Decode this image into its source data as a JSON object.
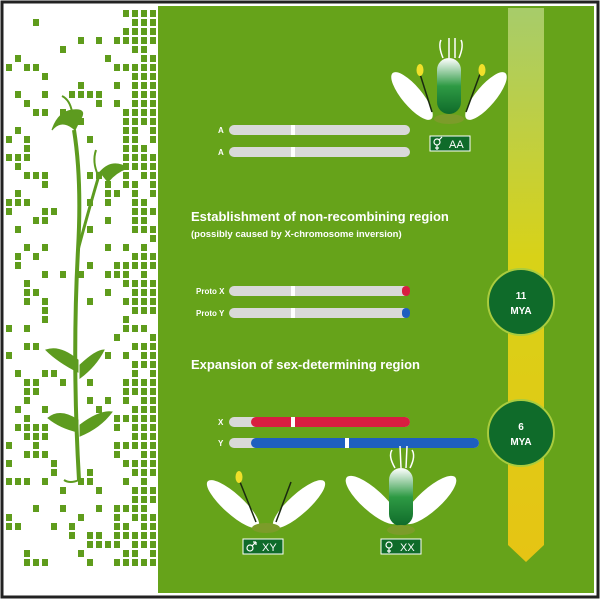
{
  "colors": {
    "panel_green": "#66a31a",
    "dark_green": "#0f6b2a",
    "chromosome_grey": "#d9d9d9",
    "x_red": "#d81e41",
    "y_blue": "#1e5fbf",
    "timeline_yellow": "#e2cf13",
    "plant_green": "#5d9b1f"
  },
  "icons": [
    "hermaphrodite-symbol-icon",
    "male-symbol-icon",
    "female-symbol-icon",
    "hermaphrodite-flower-icon",
    "male-flower-icon",
    "female-flower-icon",
    "silene-plant-icon"
  ],
  "stage1": {
    "chrom_a1_label": "A",
    "chrom_a2_label": "A",
    "badge_label": "AA"
  },
  "headings": {
    "establishment_title": "Establishment of non-recombining region",
    "establishment_subtitle": "(possibly caused by X-chromosome inversion)",
    "expansion_title": "Expansion of sex-determining region"
  },
  "stage2": {
    "proto_x_label": "Proto X",
    "proto_y_label": "Proto Y"
  },
  "stage3": {
    "x_label": "X",
    "y_label": "Y",
    "male_badge_label": "XY",
    "female_badge_label": "XX"
  },
  "timeline": {
    "event1_value": "11",
    "event1_unit": "MYA",
    "event2_value": "6",
    "event2_unit": "MYA"
  }
}
